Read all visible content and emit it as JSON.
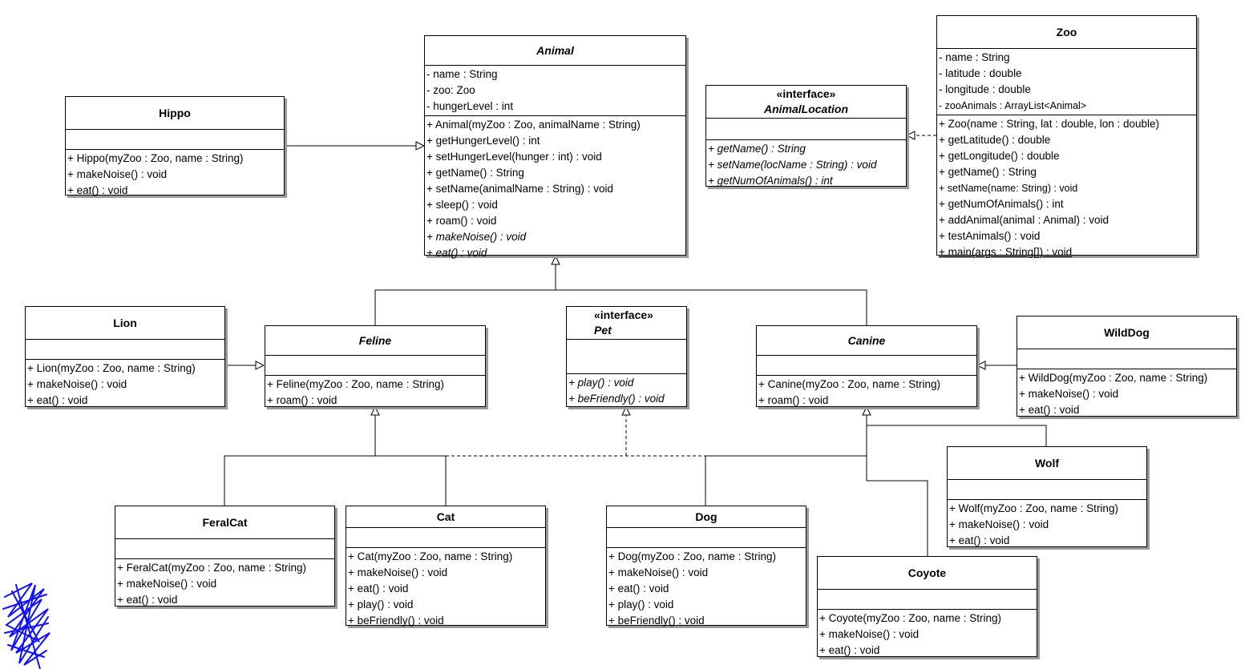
{
  "classes": {
    "animal": {
      "name": "Animal",
      "attributes": [
        "- name : String",
        "- zoo: Zoo",
        "- hungerLevel : int"
      ],
      "methods": [
        "+ Animal(myZoo : Zoo, animalName : String)",
        "+ getHungerLevel() : int",
        "+ setHungerLevel(hunger : int) : void",
        "+ getName() : String",
        "+ setName(animalName : String) : void",
        "+ sleep() : void",
        "+ roam() : void",
        "+ makeNoise() : void",
        "+ eat() : void"
      ]
    },
    "hippo": {
      "name": "Hippo",
      "attributes": [],
      "methods": [
        "+ Hippo(myZoo : Zoo, name : String)",
        "+ makeNoise() : void",
        "+ eat() : void"
      ]
    },
    "animal_location": {
      "stereotype": "«interface»",
      "name": "AnimalLocation",
      "attributes": [],
      "methods": [
        "+ getName() : String",
        "+ setName(locName : String) : void",
        "+ getNumOfAnimals() : int"
      ]
    },
    "zoo": {
      "name": "Zoo",
      "attributes": [
        "- name : String",
        "- latitude : double",
        "- longitude : double",
        "- zooAnimals : ArrayList<Animal>"
      ],
      "methods": [
        "+ Zoo(name : String, lat : double, lon : double)",
        "+ getLatitude() : double",
        "+ getLongitude() : double",
        "+ getName() : String",
        "+ setName(name: String) : void",
        "+ getNumOfAnimals() : int",
        "+ addAnimal(animal : Animal) : void",
        "+ testAnimals() : void",
        "+ main(args : String[]) : void"
      ]
    },
    "lion": {
      "name": "Lion",
      "attributes": [],
      "methods": [
        "+ Lion(myZoo : Zoo, name : String)",
        "+ makeNoise() : void",
        "+ eat() : void"
      ]
    },
    "feline": {
      "name": "Feline",
      "attributes": [],
      "methods": [
        "+ Feline(myZoo : Zoo, name : String)",
        "+ roam() : void"
      ]
    },
    "pet": {
      "stereotype": "«interface»",
      "name": "Pet",
      "attributes": [],
      "methods": [
        "+ play() : void",
        "+ beFriendly() : void"
      ]
    },
    "canine": {
      "name": "Canine",
      "attributes": [],
      "methods": [
        "+ Canine(myZoo : Zoo, name : String)",
        "+ roam() : void"
      ]
    },
    "wilddog": {
      "name": "WildDog",
      "attributes": [],
      "methods": [
        "+ WildDog(myZoo : Zoo, name : String)",
        "+ makeNoise() : void",
        "+ eat() : void"
      ]
    },
    "feralcat": {
      "name": "FeralCat",
      "attributes": [],
      "methods": [
        "+ FeralCat(myZoo : Zoo, name : String)",
        "+ makeNoise() : void",
        "+ eat() : void"
      ]
    },
    "cat": {
      "name": "Cat",
      "attributes": [],
      "methods": [
        "+ Cat(myZoo : Zoo, name : String)",
        "+ makeNoise() : void",
        "+ eat() : void",
        "+ play() : void",
        "+ beFriendly() : void"
      ]
    },
    "dog": {
      "name": "Dog",
      "attributes": [],
      "methods": [
        "+ Dog(myZoo : Zoo, name : String)",
        "+ makeNoise() : void",
        "+ eat() : void",
        "+ play() : void",
        "+ beFriendly() : void"
      ]
    },
    "wolf": {
      "name": "Wolf",
      "attributes": [],
      "methods": [
        "+ Wolf(myZoo : Zoo, name : String)",
        "+ makeNoise() : void",
        "+ eat() : void"
      ]
    },
    "coyote": {
      "name": "Coyote",
      "attributes": [],
      "methods": [
        "+ Coyote(myZoo : Zoo, name : String)",
        "+ makeNoise() : void",
        "+ eat() : void"
      ]
    }
  },
  "colors": {
    "line": "#000000",
    "shadow": "#9a9a9a",
    "scribble": "#1010ff"
  }
}
